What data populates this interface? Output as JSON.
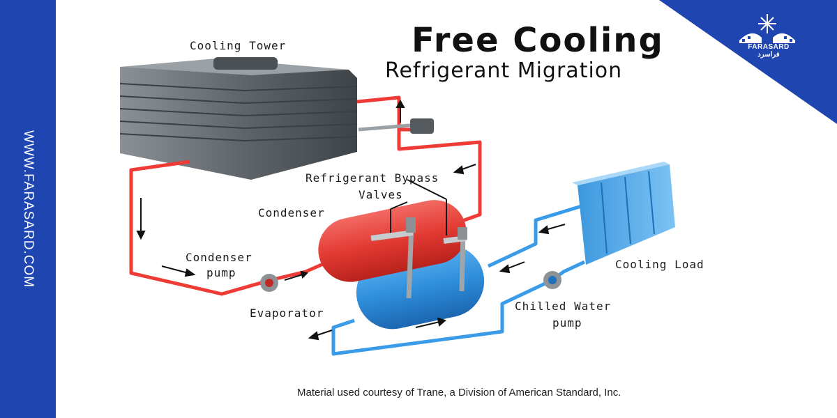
{
  "site": {
    "url": "WWW.FARASARD.COM",
    "logo_text": "FARASARD",
    "logo_text_fa": "فراسرد"
  },
  "diagram": {
    "title": "Free Cooling",
    "subtitle": "Refrigerant Migration",
    "labels": {
      "cooling_tower": "Cooling Tower",
      "bypass_valves_line1": "Refrigerant Bypass",
      "bypass_valves_line2": "Valves",
      "condenser": "Condenser",
      "condenser_pump_line1": "Condenser",
      "condenser_pump_line2": "pump",
      "evaporator": "Evaporator",
      "cooling_load": "Cooling Load",
      "chilled_water_pump_line1": "Chilled Water",
      "chilled_water_pump_line2": "pump"
    },
    "credit": "Material used courtesy of Trane, a Division of American Standard, Inc."
  },
  "colors": {
    "brand_blue": "#1f45b0",
    "condenser_red": "#e8413c",
    "pipe_red": "#ee3b36",
    "evaporator_blue": "#2f8fdc",
    "pipe_blue": "#3a9be8",
    "tower_gray": "#62686d"
  }
}
